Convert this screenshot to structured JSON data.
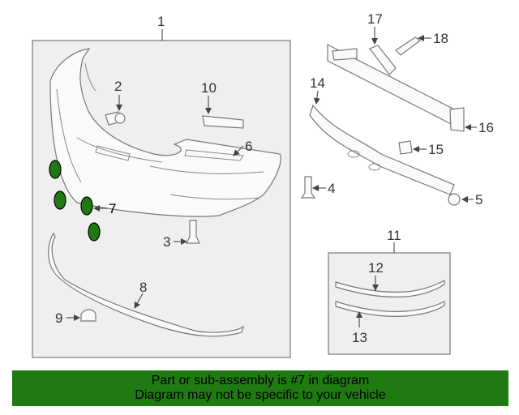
{
  "callouts": {
    "c1": "1",
    "c2": "2",
    "c3": "3",
    "c4": "4",
    "c5": "5",
    "c6": "6",
    "c7": "7",
    "c8": "8",
    "c9": "9",
    "c10": "10",
    "c11": "11",
    "c12": "12",
    "c13": "13",
    "c14": "14",
    "c15": "15",
    "c16": "16",
    "c17": "17",
    "c18": "18"
  },
  "highlight": {
    "part": "7",
    "color": "#1f7a12",
    "count": 4
  },
  "banner": {
    "line1": "Part or sub-assembly is #7 in diagram",
    "line2": "Diagram may not be specific to your vehicle",
    "background": "#1f7a12"
  }
}
